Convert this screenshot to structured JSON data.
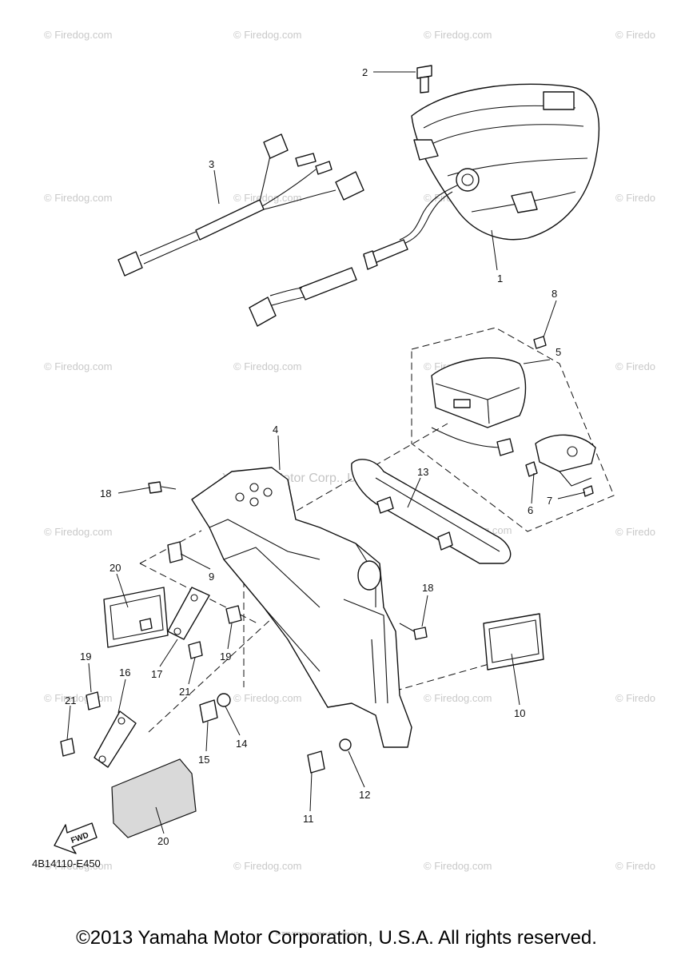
{
  "diagram": {
    "callouts": [
      {
        "id": "c1",
        "text": "1"
      },
      {
        "id": "c2",
        "text": "2"
      },
      {
        "id": "c3",
        "text": "3"
      },
      {
        "id": "c4",
        "text": "4"
      },
      {
        "id": "c5",
        "text": "5"
      },
      {
        "id": "c6",
        "text": "6"
      },
      {
        "id": "c7",
        "text": "7"
      },
      {
        "id": "c8",
        "text": "8"
      },
      {
        "id": "c9",
        "text": "9"
      },
      {
        "id": "c10",
        "text": "10"
      },
      {
        "id": "c11",
        "text": "11"
      },
      {
        "id": "c12",
        "text": "12"
      },
      {
        "id": "c13",
        "text": "13"
      },
      {
        "id": "c14",
        "text": "14"
      },
      {
        "id": "c15",
        "text": "15"
      },
      {
        "id": "c16",
        "text": "16"
      },
      {
        "id": "c17",
        "text": "17"
      },
      {
        "id": "c18a",
        "text": "18"
      },
      {
        "id": "c18b",
        "text": "18"
      },
      {
        "id": "c19a",
        "text": "19"
      },
      {
        "id": "c19b",
        "text": "19"
      },
      {
        "id": "c20a",
        "text": "20"
      },
      {
        "id": "c20b",
        "text": "20"
      },
      {
        "id": "c21a",
        "text": "21"
      },
      {
        "id": "c21b",
        "text": "21"
      }
    ],
    "fwd_label": "FWD",
    "code": "4B14110-E450",
    "center_watermark": "Yamaha Motor Corp., U.S.A.",
    "watermark": "© Firedog.com",
    "watermark_short": "© Firedo",
    "fine_print": "(c) 2005-2015 Yamaha Motor Corporation, U.S.A."
  },
  "footer": {
    "copyright": "©2013 Yamaha Motor Corporation, U.S.A. All rights reserved."
  }
}
